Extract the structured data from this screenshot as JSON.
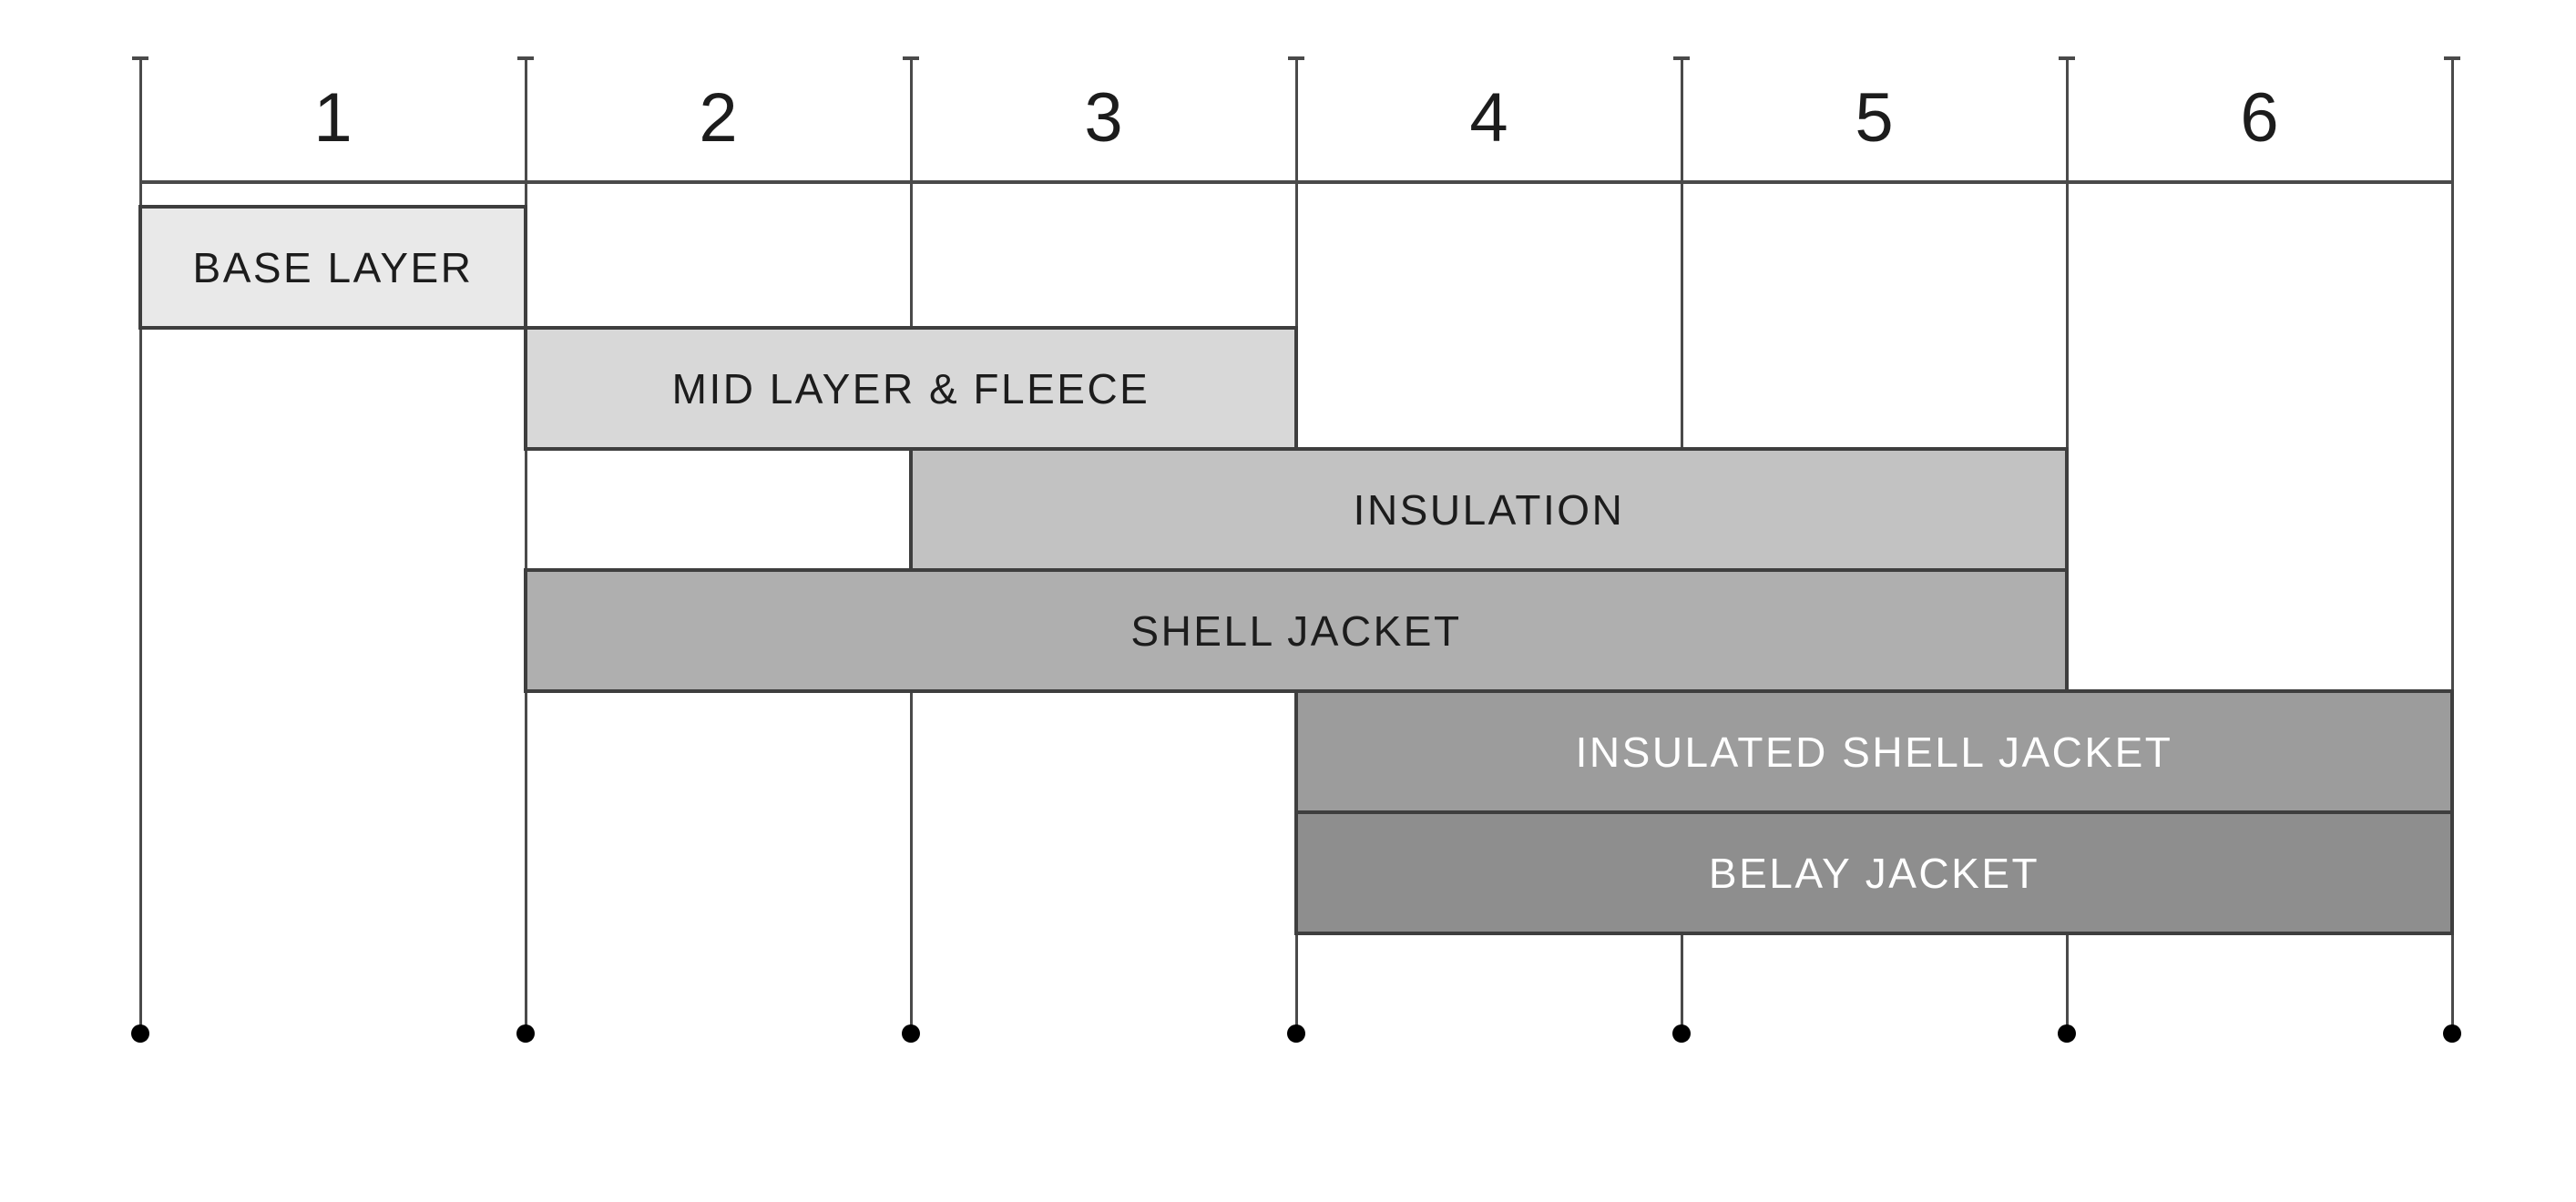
{
  "chart_data": {
    "type": "gantt",
    "title": "",
    "x_axis": {
      "zone_labels": [
        "1",
        "2",
        "3",
        "4",
        "5",
        "6"
      ],
      "range": [
        0,
        6
      ],
      "gridlines_at": [
        0,
        1,
        2,
        3,
        4,
        5,
        6
      ],
      "grid": true,
      "gridline_top_tick": true,
      "gridline_bottom_dot": true,
      "header_rule": true
    },
    "bars": [
      {
        "label": "BASE LAYER",
        "row": 0,
        "start": 0,
        "end": 1,
        "zones_covered": [
          1
        ],
        "fill": "#e9e9e9",
        "text_color": "#1c1c1c"
      },
      {
        "label": "MID LAYER & FLEECE",
        "row": 1,
        "start": 1,
        "end": 3,
        "zones_covered": [
          2,
          3
        ],
        "fill": "#d8d8d8",
        "text_color": "#1c1c1c"
      },
      {
        "label": "INSULATION",
        "row": 2,
        "start": 2,
        "end": 5,
        "zones_covered": [
          3,
          4,
          5
        ],
        "fill": "#c2c2c2",
        "text_color": "#1c1c1c"
      },
      {
        "label": "SHELL JACKET",
        "row": 3,
        "start": 1,
        "end": 5,
        "zones_covered": [
          2,
          3,
          4,
          5
        ],
        "fill": "#afafaf",
        "text_color": "#1c1c1c"
      },
      {
        "label": "INSULATED SHELL JACKET",
        "row": 4,
        "start": 3,
        "end": 6,
        "zones_covered": [
          4,
          5,
          6
        ],
        "fill": "#9c9c9c",
        "text_color": "#ffffff"
      },
      {
        "label": "BELAY JACKET",
        "row": 5,
        "start": 3,
        "end": 6,
        "zones_covered": [
          4,
          5,
          6
        ],
        "fill": "#8e8e8e",
        "text_color": "#ffffff"
      }
    ],
    "colors": {
      "background": "#ffffff",
      "grid_line": "#4a4a4a",
      "bar_border": "#3e3e3e",
      "endpoint_dot": "#000000",
      "zone_label_color": "#1c1c1c"
    },
    "legend_position": "none"
  }
}
